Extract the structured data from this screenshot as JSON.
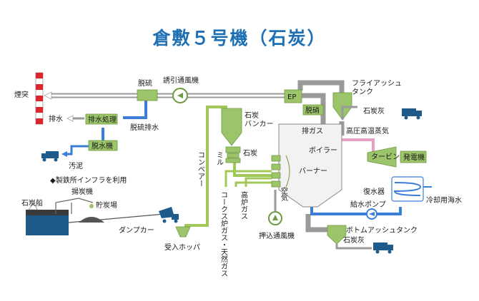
{
  "title": "倉敷５号機（石炭）",
  "labels": {
    "chimney": "煙突",
    "desulfurization": "脱硫",
    "induced_fan": "誘引通風機",
    "ep": "EP",
    "fly_ash_tank": "フライアッシュ\nタンク",
    "coal_ash_top": "石炭灰",
    "denitration": "脱硝",
    "wastewater": "排水",
    "wastewater_treatment": "排水処理",
    "desulf_wastewater": "脱硫排水",
    "dewatering": "脱水機",
    "sludge": "汚泥",
    "infra_note": "◆製鉄所インフラを利用",
    "coal_unloader": "揚炭機",
    "coal_ship": "石炭船",
    "coal_yard": "貯炭場",
    "dump_truck": "ダンプカー",
    "receiving_hopper": "受入ホッパ",
    "conveyor": "コンベアー",
    "coal_bunker": "石炭\nバンカー",
    "mill": "ミル",
    "coal": "石炭",
    "coke_gas": "コークス炉ガス・天然ガス",
    "blast_furnace_gas": "高炉ガス",
    "exhaust_gas": "排ガス",
    "boiler": "ボイラー",
    "burner": "バーナー",
    "air": "空気",
    "hp_steam": "高圧高温蒸気",
    "turbine": "タービン",
    "generator": "発電機",
    "condenser": "復水器",
    "feed_pump": "給水ポンプ",
    "cooling_seawater": "冷却用海水",
    "forced_fan": "押込通風機",
    "bottom_ash_tank": "ボトムアッシュタンク",
    "coal_ash_bottom": "石炭灰"
  },
  "colors": {
    "title": "#1f6fb5",
    "flue_gas_pipe": "#9a9a9a",
    "water_pipe": "#3a7ed6",
    "coal_pipe": "#a3c85a",
    "steam_pipe": "#e6a0c4",
    "equipment_fill": "#9cc46a",
    "boiler_fill": "#f2f2f2",
    "chimney_red": "#d8262b",
    "truck": "#1e5a8a"
  }
}
